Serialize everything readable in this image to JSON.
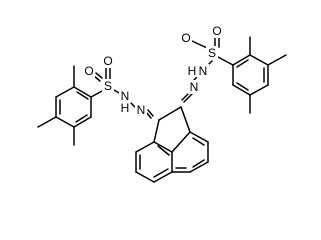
{
  "molecule": {
    "atoms": {
      "S_left": "S",
      "O_left_1": "O",
      "O_left_2": "O",
      "N_left_1": "N",
      "H_left": "H",
      "N_left_2": "N",
      "S_right": "S",
      "O_right_1": "O",
      "O_right_2": "O",
      "N_right_1": "N",
      "H_right": "H",
      "N_right_2": "N"
    }
  }
}
